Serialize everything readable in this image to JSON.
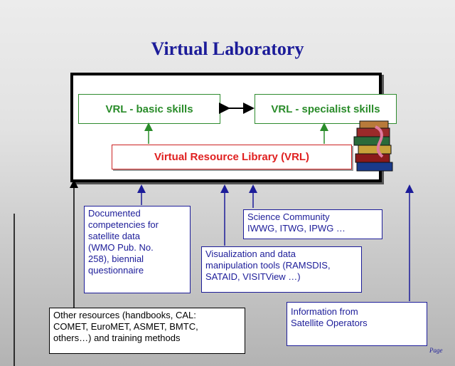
{
  "title": "Virtual Laboratory",
  "boxes": {
    "vrl_basic": "VRL - basic skills",
    "vrl_specialist": "VRL - specialist skills",
    "resource_library": "Virtual Resource Library (VRL)",
    "competencies": "Documented\ncompetencies for\nsatellite data\n(WMO Pub. No.\n258), biennial\nquestionnaire",
    "science_community": "Science Community\nIWWG, ITWG, IPWG …",
    "visualization": "Visualization and data\nmanipulation tools (RAMSDIS,\nSATAID, VISITView …)",
    "other_resources": "Other resources (handbooks, CAL:\nCOMET, EuroMET, ASMET, BMTC,\nothers…) and training methods",
    "satellite_operators": "Information from\nSatellite Operators"
  },
  "page_label": "Page",
  "colors": {
    "title": "#1c1c99",
    "green": "#2a8c2a",
    "red": "#e02020",
    "blue": "#1c1c99"
  }
}
